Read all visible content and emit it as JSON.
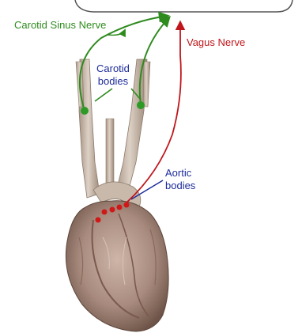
{
  "labels": {
    "carotid_sinus_nerve": "Carotid Sinus Nerve",
    "vagus_nerve": "Vagus Nerve",
    "carotid_bodies": "Carotid\nbodies",
    "aortic_bodies": "Aortic\nbodies"
  },
  "colors": {
    "carotid_sinus_nerve": "#2e8b1e",
    "vagus_nerve": "#c0161b",
    "receptor_labels": "#1c2b9a",
    "carotid_bodies_dots": "#2e9a26",
    "aortic_bodies_dots": "#d01818",
    "vessels": "#c4b5a6",
    "heart": "#b39a8c",
    "brain_outline": "#555555"
  }
}
